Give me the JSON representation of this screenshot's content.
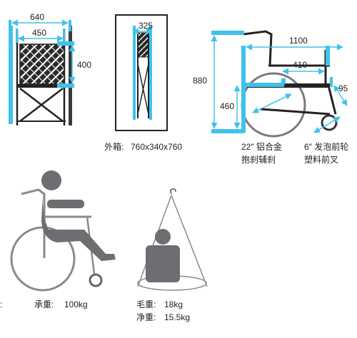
{
  "colors": {
    "accent": "#3fc2ec",
    "frame": "#222222",
    "silhouette": "#6d6e71",
    "outline": "#8a8a8a",
    "panel": "#444444"
  },
  "front_view": {
    "overall_width": "640",
    "seat_width": "450",
    "seat_height": "400"
  },
  "box": {
    "folded_width": "325",
    "caption_label": "外箱:",
    "caption_value": "760x340x760"
  },
  "side_view": {
    "total_height": "880",
    "total_length": "1100",
    "seat_depth": "410",
    "seat_floor_height": "460",
    "slope_value": "95",
    "rear_wheel_line1": "22\" 铝合金",
    "rear_wheel_line2": "抱刹辅刹",
    "front_wheel_line1": "6\" 发泡前轮",
    "front_wheel_line2": "塑料前叉"
  },
  "specs": {
    "load_label": "承重:",
    "load_value": "100kg",
    "gross_label": "毛重:",
    "gross_value": "18kg",
    "net_label": "净重:",
    "net_value": "15.5kg",
    "edge_colon": ":"
  }
}
